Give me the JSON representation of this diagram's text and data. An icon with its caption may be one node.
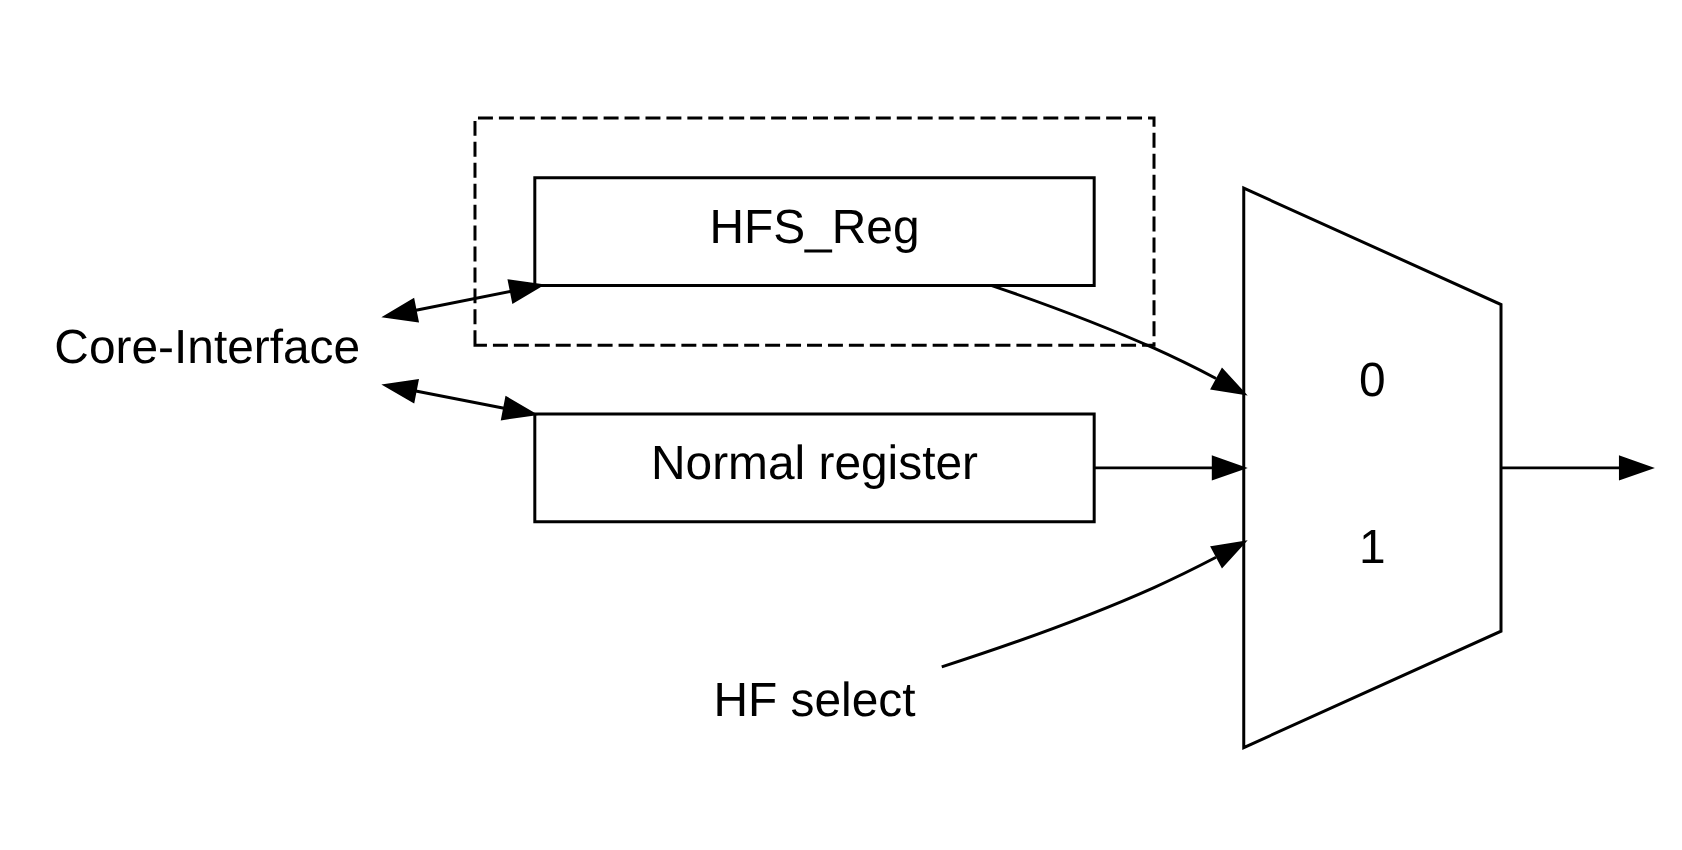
{
  "diagram": {
    "nodes": [
      {
        "text": [
          "Core-Interface"
        ]
      },
      {
        "text": [],
        "shape": "box"
      },
      {
        "text": [
          "HFS_Reg"
        ],
        "in": 1
      },
      {
        "text": [
          "Normal register"
        ]
      },
      {
        "text": [
          "0",
          "1"
        ]
      },
      {
        "text": [
          "HF select"
        ]
      }
    ],
    "edges": [
      {
        "from": 0,
        "to": 2,
        "arrow": "both"
      },
      {
        "from": 0,
        "to": 3,
        "arrow": "both"
      },
      {
        "from": 2,
        "to": 4,
        "arrow": "to"
      },
      {
        "from": 3,
        "to": 4,
        "arrow": "to"
      },
      {
        "from": 5,
        "to": 4,
        "arrow": "to"
      },
      {
        "from": 4,
        "to": null,
        "arrow": "to"
      }
    ]
  }
}
